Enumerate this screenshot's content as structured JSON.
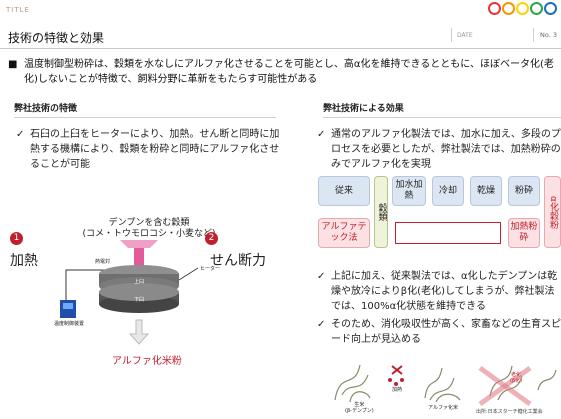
{
  "header": {
    "tag": "TITLE",
    "title": "技術の特徴と効果",
    "date_label": "DATE",
    "page_label": "No. 3"
  },
  "summary": {
    "marker": "■",
    "text": "温度制御型粉砕は、穀類を水なしにアルファ化させることを可能とし、高α化を維持できるとともに、ほぼベータ化(老化)しないことが特徴で、飼料分野に革新をもたらす可能性がある"
  },
  "left": {
    "section_title": "弊社技術の特徴",
    "bullet": "石臼の上臼をヒーターにより、加熱。せん断と同時に加熱する機構により、穀類を粉砕と同時にアルファ化させることが可能",
    "diagram": {
      "input_label": "デンプンを含む穀類\n(コメ・トウモロコシ・小麦など)",
      "step1_num": "1",
      "step1_label": "加熱",
      "step2_num": "2",
      "step2_label": "せん断力",
      "wire_label": "熱電対",
      "heater_label": "ヒーター",
      "upper_stone": "上臼",
      "lower_stone": "下臼",
      "controller_label": "温度制御装置",
      "output_label": "アルファ化米粉"
    }
  },
  "right": {
    "section_title": "弊社技術による効果",
    "bullet1": "通常のアルファ化製法では、加水に加え、多段のプロセスを必要としたが、弊社製法では、加熱粉砕のみでアルファ化を実現",
    "flow": {
      "conventional": "従来",
      "ours": "アルファテック法",
      "grain": "穀類",
      "steps": [
        "加水加熱",
        "冷却",
        "乾燥",
        "粉砕"
      ],
      "ours_step": "加熱粉砕",
      "result": "α化穀粉"
    },
    "bullet2": "上記に加え、従来製法では、α化したデンプンは乾燥や放冷によりβ化(老化)してしまうが、弊社製法では、100%α化状態を維持できる",
    "bullet3": "そのため、消化吸収性が高く、家畜などの生育スピード向上が見込める",
    "figure": {
      "raw_label": "生米\n(β-デンプン)",
      "heat_label": "加熱",
      "alpha_label": "アルファ化米",
      "retro_label": "老化\n(β化)",
      "source": "出所:日本スターチ糖化工業会"
    }
  },
  "colors": {
    "accent_red": "#c0202d",
    "logo": [
      "#e7343f",
      "#f39800",
      "#ffd400",
      "#2aa84a",
      "#1d6fb8"
    ]
  }
}
